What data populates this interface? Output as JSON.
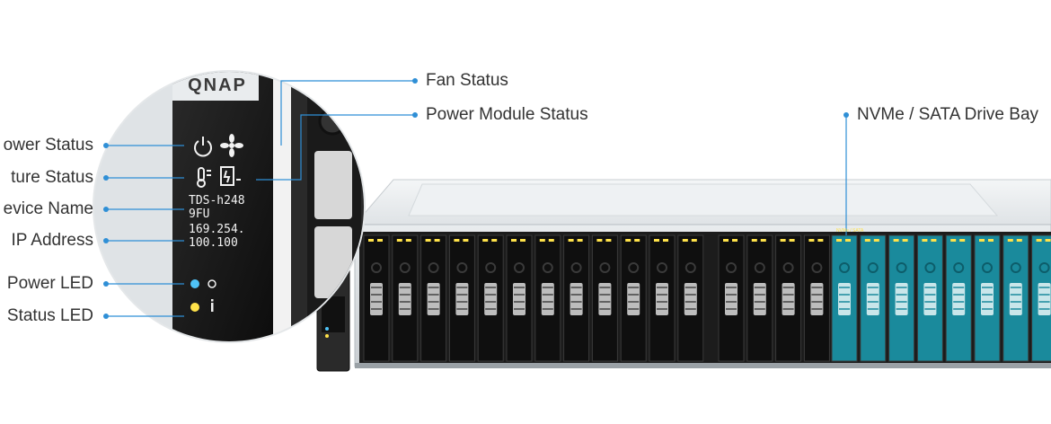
{
  "callouts": {
    "fan_status": "Fan Status",
    "power_module_status": "Power Module Status",
    "drive_bay": "NVMe / SATA Drive Bay",
    "power_status": "ower Status",
    "temperature_status": "ture Status",
    "device_name": "evice Name",
    "ip_address": "IP Address",
    "power_led": "Power LED",
    "status_led": "Status LED"
  },
  "panel": {
    "brand": "QNAP",
    "device_name": "TDS-h248",
    "device_name_2": "9FU",
    "ip_line1": "169.254.",
    "ip_line2": "100.100",
    "bay_strip": "NVMe / SATA"
  },
  "colors": {
    "accent": "#2f8fd6",
    "teal_bay": "#1a8a9c",
    "led_blue": "#4fc3f7",
    "led_yellow": "#ffe24a"
  }
}
